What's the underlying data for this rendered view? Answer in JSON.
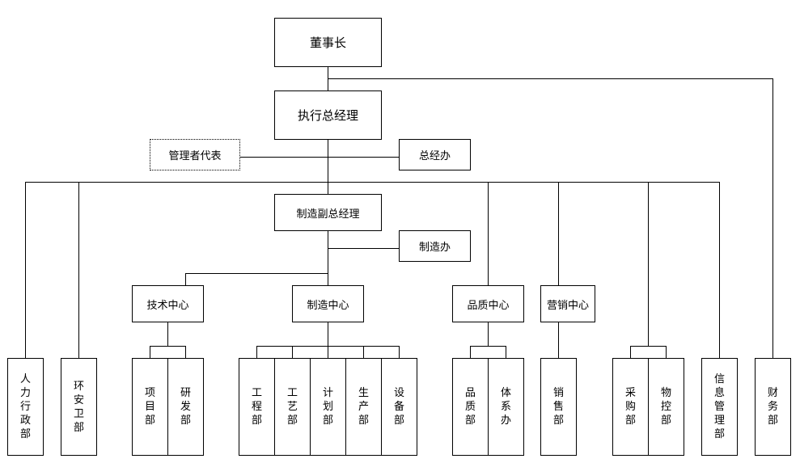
{
  "org_chart": {
    "chairman": "董事长",
    "executive_gm": "执行总经理",
    "management_rep": "管理者代表",
    "gm_office": "总经办",
    "deputy_gm_manufacturing": "制造副总经理",
    "manufacturing_office": "制造办",
    "centers": {
      "tech": "技术中心",
      "manufacturing": "制造中心",
      "quality": "品质中心",
      "marketing": "营销中心"
    },
    "departments": {
      "hr_admin": "人力行政部",
      "env_safety": "环安卫部",
      "project": "项目部",
      "rnd": "研发部",
      "engineering": "工程部",
      "process": "工艺部",
      "planning": "计划部",
      "production": "生产部",
      "equipment": "设备部",
      "quality_dept": "品质部",
      "system_office": "体系办",
      "sales": "销售部",
      "purchasing": "采购部",
      "material_control": "物控部",
      "it_management": "信息管理部",
      "finance": "财务部"
    }
  }
}
